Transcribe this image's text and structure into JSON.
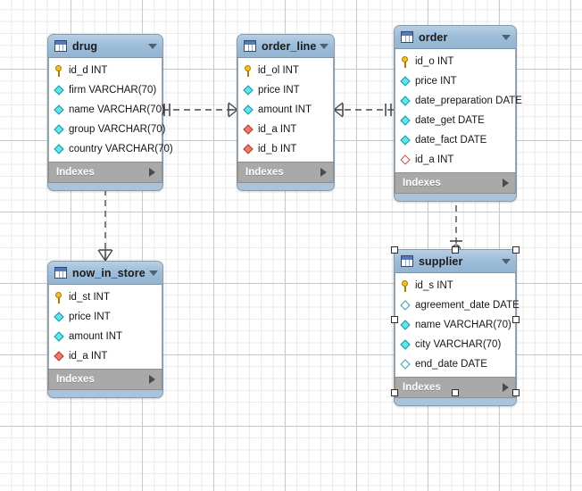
{
  "diagram": {
    "title": "EER Diagram",
    "background": "#ffffff",
    "grid_minor_color": "#e9e9e9",
    "grid_major_color": "#c9c9c9",
    "header_color": "#9cbcd8",
    "indexes_bar_color": "#a9a9a9",
    "body_color": "#a8c4dd",
    "line_color": "#4a4a4a"
  },
  "tables": [
    {
      "id": "drug",
      "name": "drug",
      "icon": "table-icon",
      "collapse_icon": "chevron-down-icon",
      "selected": false,
      "indexes_label": "Indexes",
      "indexes_arrow_icon": "chevron-right-icon",
      "columns": [
        {
          "name": "id_d INT",
          "icon": "primary-key-icon",
          "kind": "pk"
        },
        {
          "name": "firm  VARCHAR(70)",
          "icon": "column-icon",
          "kind": "col"
        },
        {
          "name": "name VARCHAR(70)",
          "icon": "column-icon",
          "kind": "col"
        },
        {
          "name": "group VARCHAR(70)",
          "icon": "column-icon",
          "kind": "col"
        },
        {
          "name": "country VARCHAR(70)",
          "icon": "column-icon",
          "kind": "col"
        }
      ]
    },
    {
      "id": "order_line",
      "name": "order_line",
      "icon": "table-icon",
      "collapse_icon": "chevron-down-icon",
      "selected": false,
      "indexes_label": "Indexes",
      "indexes_arrow_icon": "chevron-right-icon",
      "columns": [
        {
          "name": "id_ol INT",
          "icon": "primary-key-icon",
          "kind": "pk"
        },
        {
          "name": "price INT",
          "icon": "column-icon",
          "kind": "col"
        },
        {
          "name": "amount INT",
          "icon": "column-icon",
          "kind": "col"
        },
        {
          "name": "id_a INT",
          "icon": "foreign-key-icon",
          "kind": "fk"
        },
        {
          "name": "id_b INT",
          "icon": "foreign-key-icon",
          "kind": "fk"
        }
      ]
    },
    {
      "id": "order",
      "name": "order",
      "icon": "table-icon",
      "collapse_icon": "chevron-down-icon",
      "selected": false,
      "indexes_label": "Indexes",
      "indexes_arrow_icon": "chevron-right-icon",
      "columns": [
        {
          "name": "id_o INT",
          "icon": "primary-key-icon",
          "kind": "pk"
        },
        {
          "name": "price INT",
          "icon": "column-icon",
          "kind": "col"
        },
        {
          "name": "date_preparation DATE",
          "icon": "column-icon",
          "kind": "col"
        },
        {
          "name": "date_get DATE",
          "icon": "column-icon",
          "kind": "col"
        },
        {
          "name": "date_fact DATE",
          "icon": "column-icon",
          "kind": "col"
        },
        {
          "name": "id_a INT",
          "icon": "foreign-key-nullable-icon",
          "kind": "fk-null"
        }
      ]
    },
    {
      "id": "now_in_store",
      "name": "now_in_store",
      "icon": "table-icon",
      "collapse_icon": "chevron-down-icon",
      "selected": false,
      "indexes_label": "Indexes",
      "indexes_arrow_icon": "chevron-right-icon",
      "columns": [
        {
          "name": "id_st INT",
          "icon": "primary-key-icon",
          "kind": "pk"
        },
        {
          "name": "price INT",
          "icon": "column-icon",
          "kind": "col"
        },
        {
          "name": "amount INT",
          "icon": "column-icon",
          "kind": "col"
        },
        {
          "name": "id_a INT",
          "icon": "foreign-key-icon",
          "kind": "fk"
        }
      ]
    },
    {
      "id": "supplier",
      "name": "supplier",
      "icon": "table-icon",
      "collapse_icon": "chevron-down-icon",
      "selected": true,
      "indexes_label": "Indexes",
      "indexes_arrow_icon": "chevron-right-icon",
      "columns": [
        {
          "name": "id_s INT",
          "icon": "primary-key-icon",
          "kind": "pk"
        },
        {
          "name": "agreement_date DATE",
          "icon": "column-nullable-icon",
          "kind": "col-null"
        },
        {
          "name": "name VARCHAR(70)",
          "icon": "column-icon",
          "kind": "col"
        },
        {
          "name": "city VARCHAR(70)",
          "icon": "column-icon",
          "kind": "col"
        },
        {
          "name": "end_date DATE",
          "icon": "column-nullable-icon",
          "kind": "col-null"
        }
      ]
    }
  ],
  "relationships": [
    {
      "id": "drug-order_line",
      "from": "drug",
      "to": "order_line",
      "from_cardinality": "one",
      "to_cardinality": "many",
      "style": "dashed"
    },
    {
      "id": "order_line-order",
      "from": "order_line",
      "to": "order",
      "from_cardinality": "many",
      "to_cardinality": "one",
      "style": "dashed"
    },
    {
      "id": "drug-now_in_store",
      "from": "drug",
      "to": "now_in_store",
      "from_cardinality": "one",
      "to_cardinality": "many",
      "style": "dashed"
    },
    {
      "id": "order-supplier",
      "from": "order",
      "to": "supplier",
      "from_cardinality": "many",
      "to_cardinality": "zero-or-one",
      "style": "dashed"
    }
  ]
}
